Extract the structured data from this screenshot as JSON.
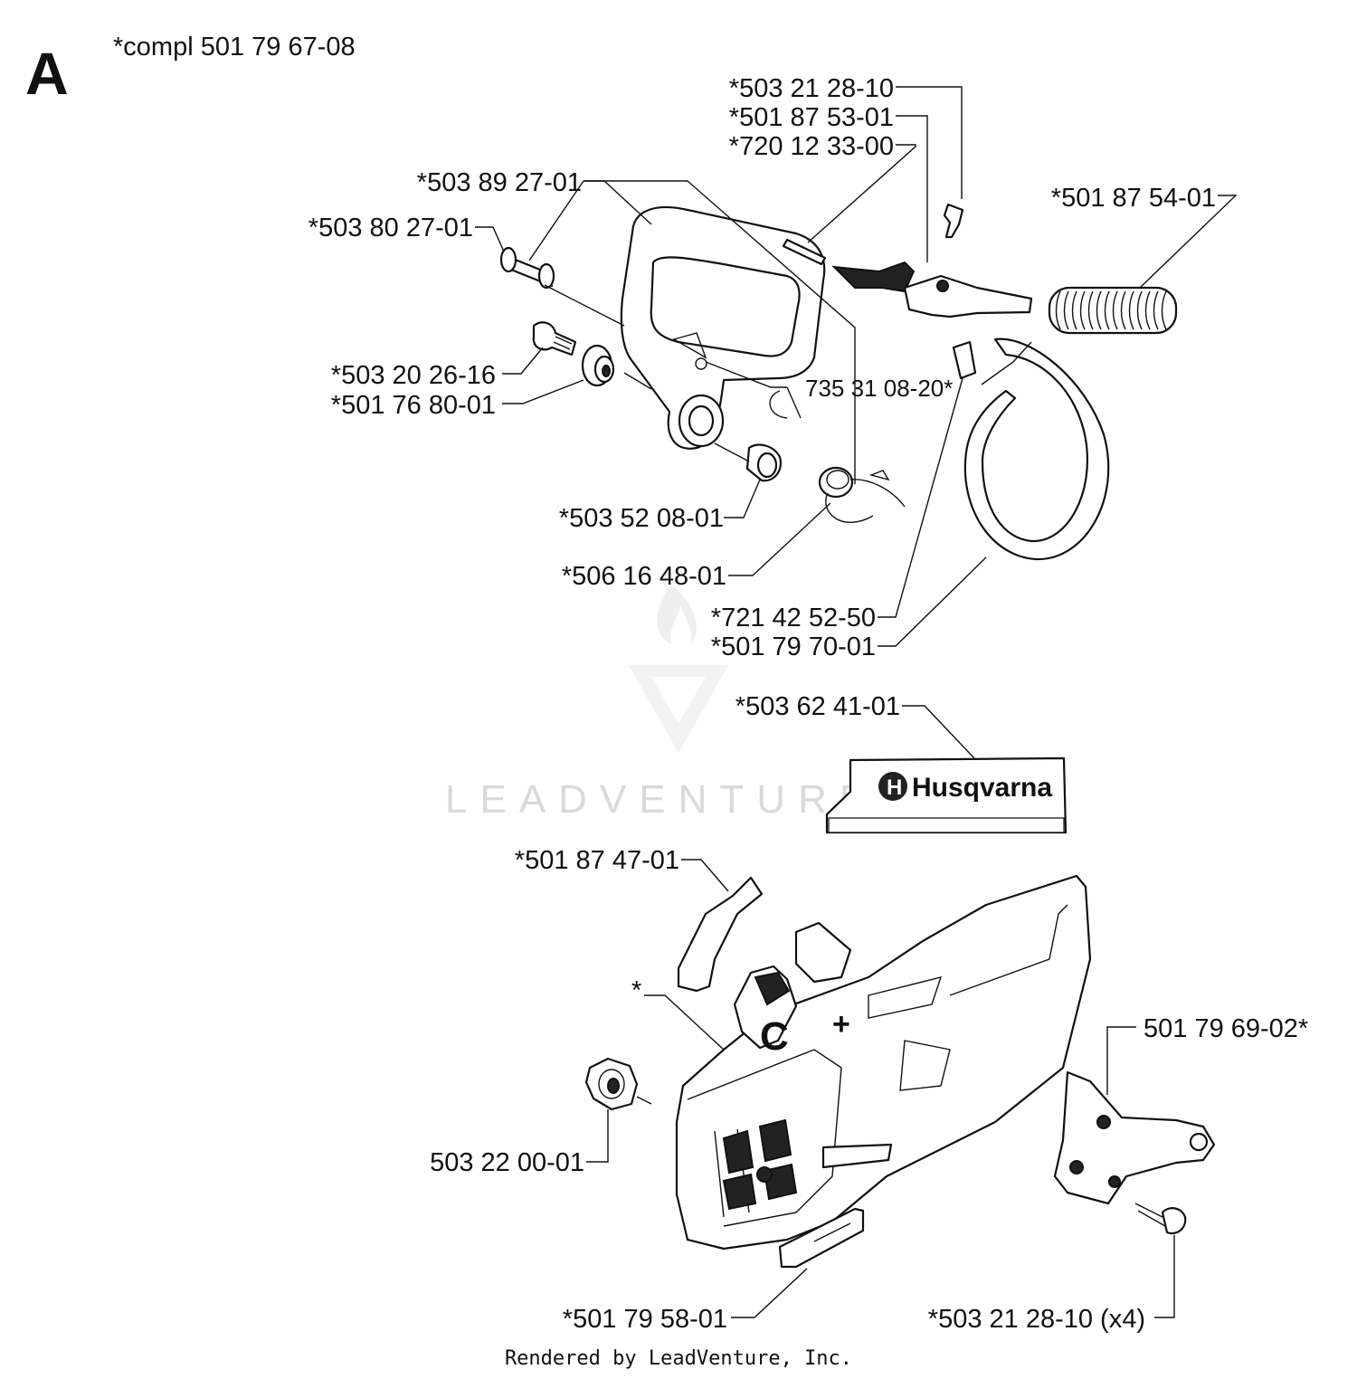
{
  "section_letter": "A",
  "assembly_label": "*compl 501 79 67-08",
  "callouts": {
    "c1": "*503 21 28-10",
    "c2": "*501 87 53-01",
    "c3": "*720 12 33-00",
    "c4": "*503 89 27-01",
    "c5": "*501 87 54-01",
    "c6": "*503 80 27-01",
    "c7": "*503 20 26-16",
    "c8": "*501 76 80-01",
    "c9": "735 31 08-20*",
    "c10": "*503 52 08-01",
    "c11": "*506 16 48-01",
    "c12": "*721 42 52-50",
    "c13": "*501 79 70-01",
    "c14": "*503 62 41-01",
    "c15": "*501 87 47-01",
    "c16": "*",
    "c17": "501 79 69-02*",
    "c18": "503 22 00-01",
    "c19": "*501 79 58-01",
    "c20": "*503 21 28-10 (x4)"
  },
  "decal_text": "Husqvarna",
  "watermark_text": "LEADVENTURE",
  "footer": "Rendered by LeadVenture, Inc."
}
